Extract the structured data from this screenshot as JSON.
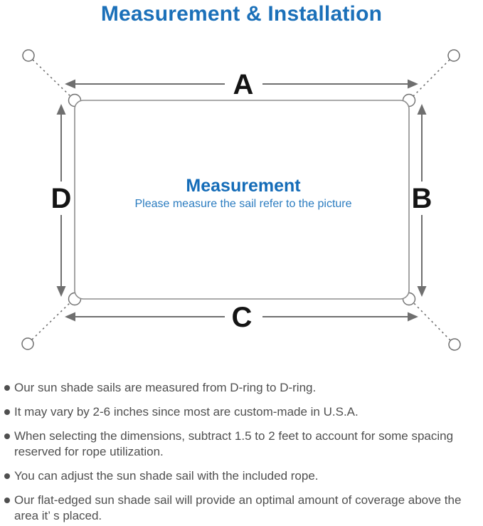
{
  "title": "Measurement & Installation",
  "diagram": {
    "labels": {
      "top": "A",
      "right": "B",
      "bottom": "C",
      "left": "D"
    },
    "center_title": "Measurement",
    "center_subtitle": "Please measure the sail refer to the picture"
  },
  "notes": {
    "items": [
      "Our sun shade sails are measured from D-ring to D-ring.",
      "It may vary by 2-6 inches since most are custom-made in U.S.A.",
      "When selecting the dimensions, subtract 1.5 to 2 feet to account for some spacing reserved for rope utilization.",
      "You can adjust the sun shade sail with the included rope.",
      "Our flat-edged sun shade sail will provide an optimal amount of coverage above the area it’ s placed."
    ]
  },
  "colors": {
    "title_blue": "#1b70b9",
    "center_blue": "#146cb8",
    "subtitle_blue": "#2b7cc0",
    "line_gray": "#6f6f6f",
    "border_gray": "#8d8d8d",
    "label_black": "#141414",
    "note_gray": "#4f4f4f"
  }
}
